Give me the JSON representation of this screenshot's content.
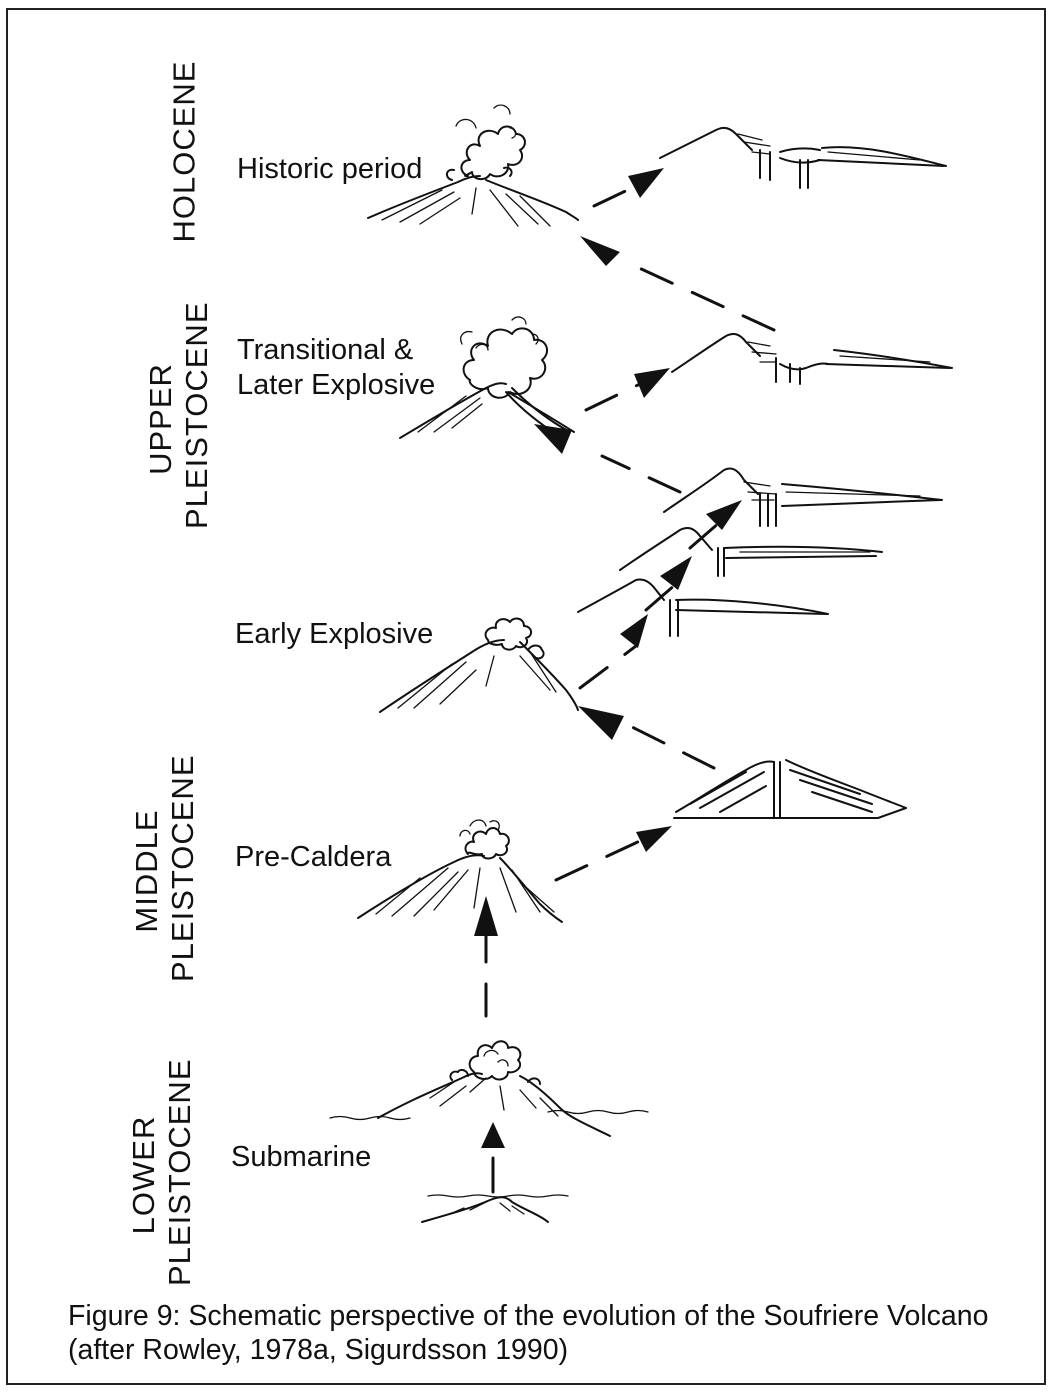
{
  "figure": {
    "epochs": [
      {
        "id": "holocene",
        "label": "HOLOCENE"
      },
      {
        "id": "upper",
        "line1": "UPPER",
        "line2": "PLEISTOCENE"
      },
      {
        "id": "middle",
        "line1": "MIDDLE",
        "line2": "PLEISTOCENE"
      },
      {
        "id": "lower",
        "line1": "LOWER",
        "line2": "PLEISTOCENE"
      }
    ],
    "stages": [
      {
        "id": "historic",
        "label": "Historic period"
      },
      {
        "id": "transitional",
        "line1": "Transitional &",
        "line2": "Later Explosive"
      },
      {
        "id": "early",
        "label": "Early Explosive"
      },
      {
        "id": "precaldera",
        "label": "Pre-Caldera"
      },
      {
        "id": "submarine",
        "label": "Submarine"
      }
    ],
    "caption": "Figure 9: Schematic perspective of the evolution of the Soufriere Volcano (after Rowley, 1978a, Sigurdsson 1990)"
  }
}
